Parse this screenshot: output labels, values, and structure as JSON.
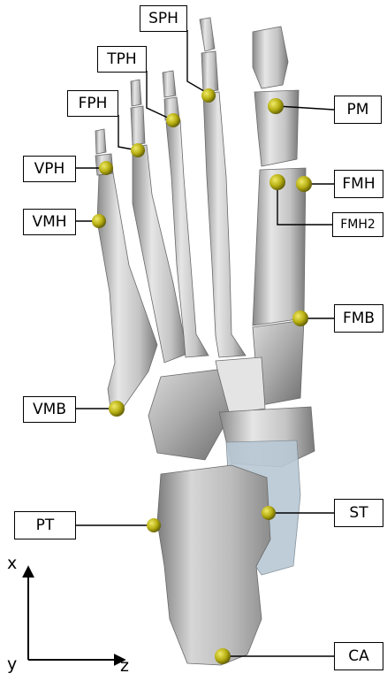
{
  "landmarks": {
    "SPH": "SPH",
    "TPH": "TPH",
    "FPH": "FPH",
    "VPH": "VPH",
    "VMH": "VMH",
    "VMB": "VMB",
    "PT": "PT",
    "PM": "PM",
    "FMH": "FMH",
    "FMH2": "FMH2",
    "FMB": "FMB",
    "ST": "ST",
    "CA": "CA"
  },
  "axes": {
    "x": "x",
    "y": "y",
    "z": "z"
  },
  "colors": {
    "bone_light": "#e2e2e2",
    "bone_mid": "#b9b9b9",
    "bone_dark": "#7d7d7d",
    "marker": "#b8b012",
    "marker_dark": "#6e6a08",
    "cartilage": "#b8c8d4"
  }
}
